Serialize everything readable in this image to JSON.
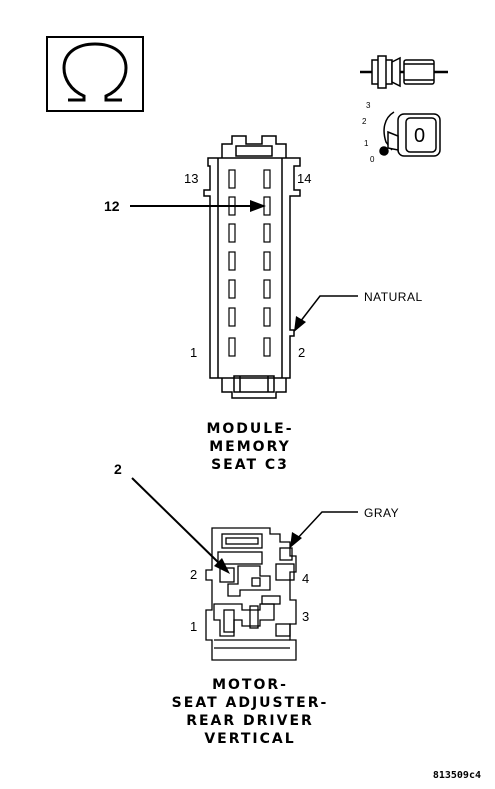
{
  "meter_icon": {
    "icon": "ohm-omega-icon"
  },
  "connector_key_icon": {
    "icon": "connector-key-position-icon",
    "positions": [
      "3",
      "2",
      "1",
      "0"
    ],
    "key_symbol": "0"
  },
  "module": {
    "pin_top_left": "13",
    "pin_top_right": "14",
    "pin_bottom_left": "1",
    "pin_bottom_right": "2",
    "callout_pin": "12",
    "color_label": "NATURAL",
    "title_lines": [
      "MODULE-",
      "MEMORY",
      "SEAT C3"
    ]
  },
  "motor": {
    "callout_pin": "2",
    "color_label": "GRAY",
    "pin_2": "2",
    "pin_4": "4",
    "pin_1": "1",
    "pin_3": "3",
    "title_lines": [
      "MOTOR-",
      "SEAT ADJUSTER-",
      "REAR DRIVER",
      "VERTICAL"
    ]
  },
  "figure_code": "813509c4"
}
